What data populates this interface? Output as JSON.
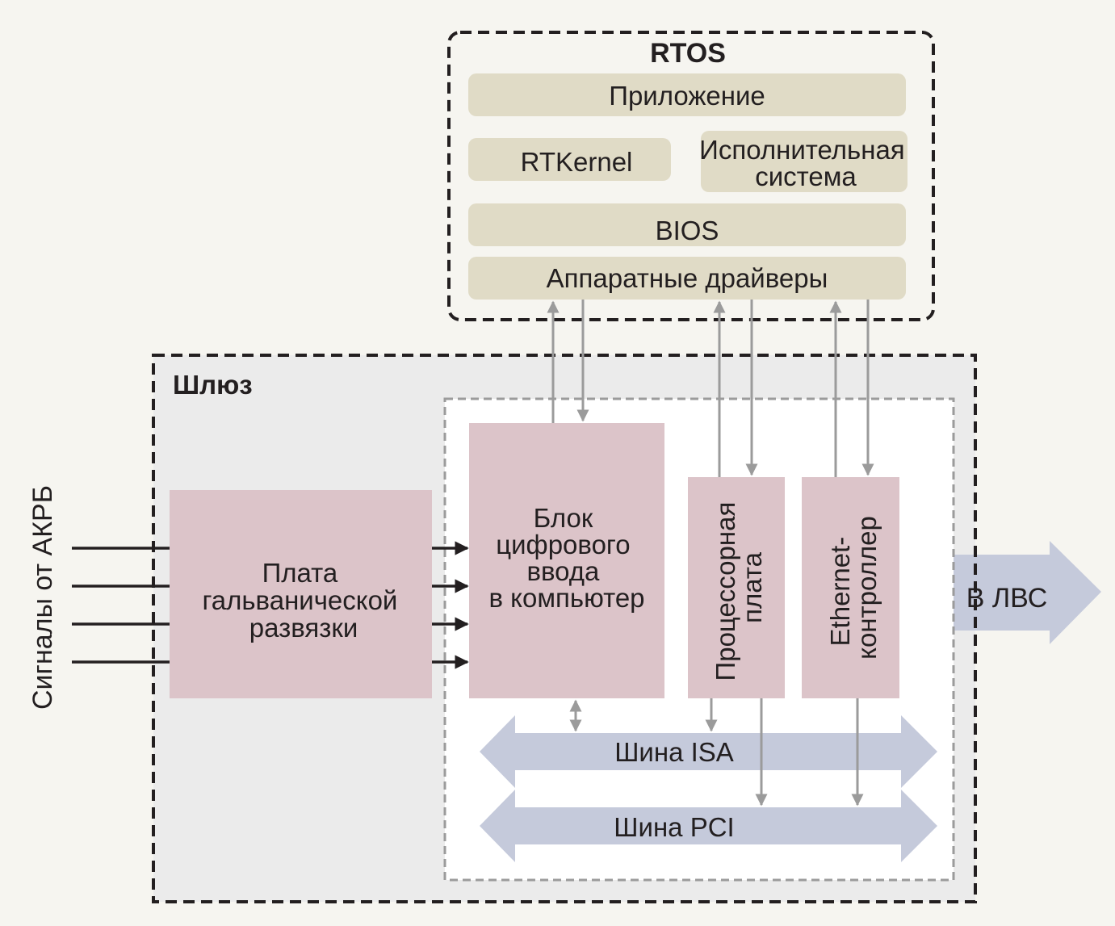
{
  "colors": {
    "page_bg": "#f6f5f0",
    "rtos_fill": "#f6f5f0",
    "rtos_block": "#e0dbc6",
    "gateway_fill": "#ebebeb",
    "inner_fill": "#ffffff",
    "pink_block": "#dcc4c9",
    "bus_fill": "#c5cadb",
    "gray_arrow": "#9b9b9b",
    "black_arrow": "#231f20",
    "dash_dark": "#231f20",
    "dash_gray": "#9b9b9b"
  },
  "rtos": {
    "title": "RTOS",
    "application": "Приложение",
    "rtkernel": "RTKernel",
    "exec_system": [
      "Исполнительная",
      "система"
    ],
    "bios": "BIOS",
    "hw_drivers": "Аппаратные драйверы"
  },
  "gateway": {
    "title": "Шлюз",
    "isolation_board": [
      "Плата",
      "гальванической",
      "развязки"
    ],
    "digital_input": [
      "Блок",
      "цифрового",
      "ввода",
      "в компьютер"
    ],
    "processor_board": [
      "Процессорная",
      "плата"
    ],
    "ethernet": [
      "Ethernet-",
      "контроллер"
    ],
    "isa_bus": "Шина ISA",
    "pci_bus": "Шина PCI"
  },
  "signals_label": "Сигналы от АКРБ",
  "lan_label": "В ЛВС"
}
